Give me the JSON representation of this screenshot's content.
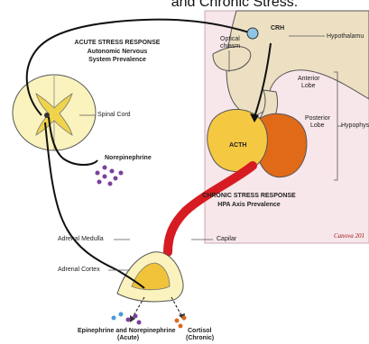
{
  "title": "and Chronic Stress.",
  "acute": {
    "heading": "ACUTE STRESS RESPONSE",
    "line1": "Autonomic Nervous",
    "line2": "System Prevalence"
  },
  "chronic": {
    "heading": "CHRONIC STRESS RESPONSE",
    "line1": "HPA Axis Prevalence"
  },
  "labels": {
    "crh": "CRH",
    "optic1": "Optical",
    "optic2": "chiasm",
    "hypothalamus": "Hypothalamu",
    "anterior1": "Anterior",
    "anterior2": "Lobe",
    "posterior1": "Posterior",
    "posterior2": "Lobe",
    "hypophysis": "Hypophysi",
    "acth": "ACTH",
    "spinal_cord": "Spinal Cord",
    "norepinephrine": "Norepinephrine",
    "capilar": "Capilar",
    "adrenal_medulla": "Adrenal Medulla",
    "adrenal_cortex": "Adrenal Cortex",
    "epi1": "Epinephrine and Norepinephrine",
    "epi2": "(Acute)",
    "cortisol1": "Cortisol",
    "cortisol2": "(Chronic)",
    "signature": "Canova 201"
  },
  "colors": {
    "pink_panel": "#f7e6ea",
    "brain": "#ede0c2",
    "anterior": "#f5c842",
    "posterior": "#e06a18",
    "capillary": "#d61c22",
    "cord": "#fbf3bd",
    "gray_matter": "#efd34a",
    "dots_purple": "#7b3f9e",
    "dots_blue": "#4a9bd6",
    "dots_orange": "#d9691e"
  }
}
